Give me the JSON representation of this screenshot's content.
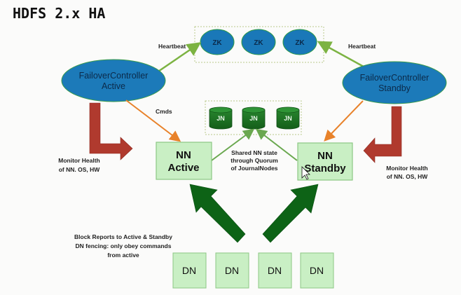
{
  "title": "HDFS 2.x HA",
  "colors": {
    "zk_fill": "#1a78b8",
    "fc_fill": "#1c7ab9",
    "jn_fill": "#1c6e22",
    "node_fill": "#c9efc4",
    "node_border": "#8cc784",
    "heartbeat_arrow": "#7cb342",
    "cmds_arrow": "#e8822a",
    "monitor_arrow": "#b03a2e",
    "block_arrow": "#0d6316"
  },
  "zookeeper": {
    "nodes": [
      {
        "label": "ZK"
      },
      {
        "label": "ZK"
      },
      {
        "label": "ZK"
      }
    ]
  },
  "journalnodes": {
    "nodes": [
      {
        "label": "JN"
      },
      {
        "label": "JN"
      },
      {
        "label": "JN"
      }
    ]
  },
  "failover_active": {
    "line1": "FailoverController",
    "line2": "Active"
  },
  "failover_standby": {
    "line1": "FailoverController",
    "line2": "Standby"
  },
  "nn_active": {
    "line1": "NN",
    "line2": "Active"
  },
  "nn_standby": {
    "line1": "NN",
    "line2": "Standby"
  },
  "labels": {
    "heartbeat_left": "Heartbeat",
    "heartbeat_right": "Heartbeat",
    "cmds": "Cmds",
    "monitor_left": [
      "Monitor Health",
      "of NN. OS, HW"
    ],
    "monitor_right": [
      "Monitor Health",
      "of NN. OS, HW"
    ],
    "shared_state": [
      "Shared NN state",
      "through Quorum",
      "of JournalNodes"
    ],
    "block_reports": [
      "Block Reports to Active & Standby",
      "DN fencing: only obey commands",
      "from active"
    ]
  },
  "datanodes": [
    {
      "label": "DN"
    },
    {
      "label": "DN"
    },
    {
      "label": "DN"
    },
    {
      "label": "DN"
    }
  ]
}
